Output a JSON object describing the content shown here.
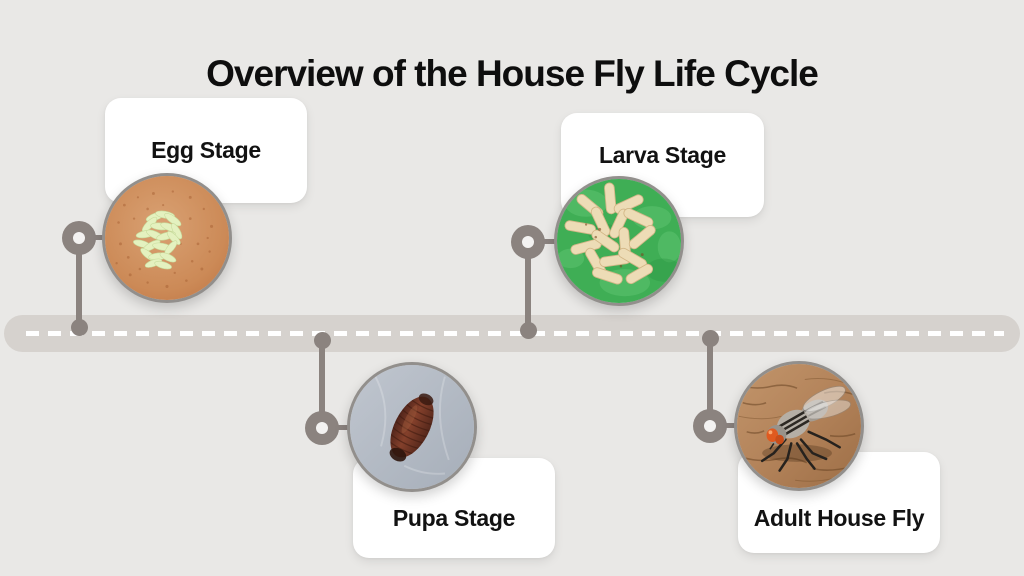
{
  "title": "Overview of the House Fly Life Cycle",
  "stages": [
    {
      "id": "egg",
      "label": "Egg Stage",
      "illustration": "fly-eggs-photo",
      "placement": "above-timeline"
    },
    {
      "id": "larva",
      "label": "Larva Stage",
      "illustration": "maggots-photo",
      "placement": "above-timeline"
    },
    {
      "id": "pupa",
      "label": "Pupa Stage",
      "illustration": "pupa-photo",
      "placement": "below-timeline"
    },
    {
      "id": "adult",
      "label": "Adult House Fly",
      "illustration": "house-fly-photo",
      "placement": "below-timeline"
    }
  ],
  "colors": {
    "background": "#e9e8e6",
    "road": "#d6d2ce",
    "road_dash": "#ffffff",
    "connector": "#8b837f",
    "card": "#ffffff",
    "text": "#121212",
    "egg_background": "#cc8a57",
    "egg_cluster": "#e4f1bf",
    "larva_background": "#3fae55",
    "maggot": "#eddcb6",
    "pupa_background": "#b2b9c3",
    "pupa_body": "#7b3a28",
    "wood_background": "#b3835a",
    "fly_eye": "#e05a20"
  }
}
